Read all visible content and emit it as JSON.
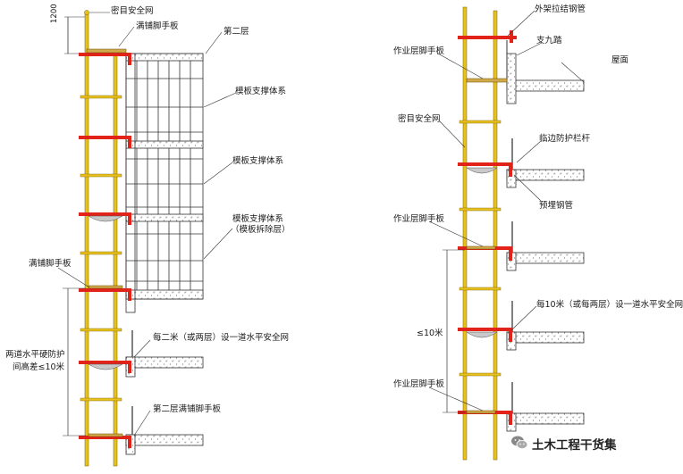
{
  "left_diagram": {
    "dim_1200": "1200",
    "label_top_safety_net": "密目安全网",
    "label_full_platform": "满铺脚手板",
    "label_second_floor": "第二层",
    "label_formwork_support_1": "模板支撑体系",
    "label_formwork_support_2": "模板支撑体系",
    "label_formwork_support_3_line1": "模板支撑体系",
    "label_formwork_support_3_line2": "（模板拆除层）",
    "label_full_platform_2": "满铺脚手板",
    "label_net_every_two_floors": "每二米（或两层）设一道水平安全网",
    "label_spacing_line1": "两道水平硬防护",
    "label_spacing_line2": "间高差≤10米",
    "label_second_layer_platform": "第二层满铺脚手板"
  },
  "right_diagram": {
    "label_outer_tie_pipe": "外架拉结钢管",
    "label_work_platform_1": "作业层脚手板",
    "label_support": "支九踏",
    "label_roof": "屋面",
    "label_top_safety_net": "密目安全网",
    "label_edge_guardrail": "临边防护栏杆",
    "label_embedded_pipe": "预埋钢管",
    "label_work_platform_2": "作业层脚手板",
    "label_net_every_two_floors": "每10米（或每两层）设一道水平安全网",
    "label_spacing": "≤10米",
    "label_work_platform_3": "作业层脚手板"
  },
  "watermark": {
    "text": "土木工程干货集",
    "icon": "wechat-icon"
  },
  "colors": {
    "scaffold_pole": "#e7c21f",
    "pole_outline": "#7a5c00",
    "tie_pipe": "#e2231a",
    "slab_outline": "#2a2a2a",
    "line": "#333333"
  }
}
